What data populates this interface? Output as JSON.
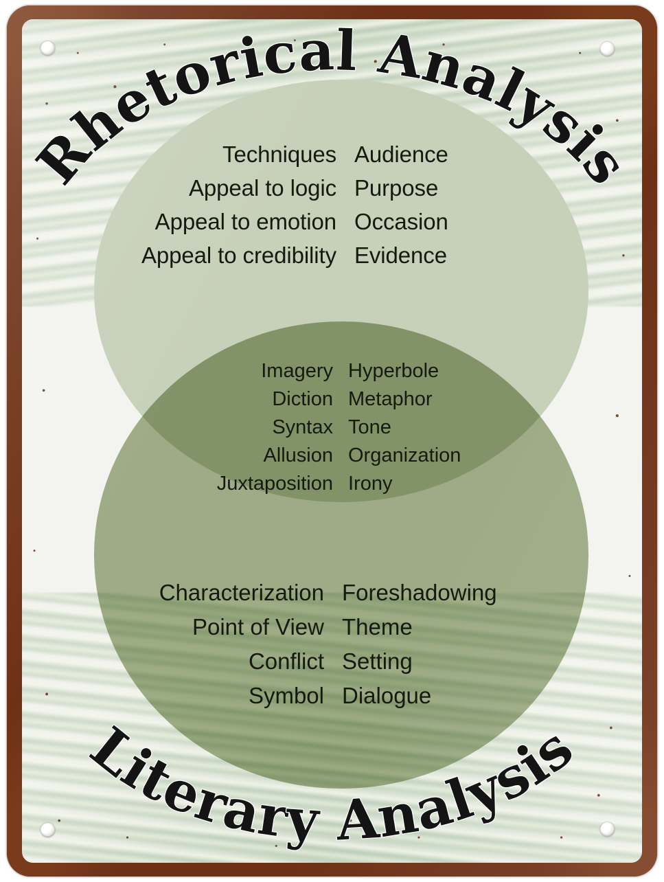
{
  "sign": {
    "title_top": "Rhetorical Analysis",
    "title_bottom": "Literary Analysis",
    "colors": {
      "frame_rust": "#7a3a1c",
      "plate_enamel": "#f3f3ef",
      "circle_top": "#c7d0b9",
      "circle_bottom": "#9fae85",
      "overlap": "#a6b08f",
      "text": "#16190f"
    }
  },
  "venn": {
    "rhetorical_only": {
      "left_column": [
        "Techniques",
        "Appeal to logic",
        "Appeal to emotion",
        "Appeal to credibility"
      ],
      "right_column": [
        "Audience",
        "Purpose",
        "Occasion",
        "Evidence"
      ]
    },
    "shared": {
      "left_column": [
        "Imagery",
        "Diction",
        "Syntax",
        "Allusion",
        "Juxtaposition"
      ],
      "right_column": [
        "Hyperbole",
        "Metaphor",
        "Tone",
        "Organization",
        "Irony"
      ]
    },
    "literary_only": {
      "left_column": [
        "Characterization",
        "Point of View",
        "Conflict",
        "Symbol"
      ],
      "right_column": [
        "Foreshadowing",
        "Theme",
        "Setting",
        "Dialogue"
      ]
    }
  },
  "hardware": {
    "screw_holes": 4
  }
}
